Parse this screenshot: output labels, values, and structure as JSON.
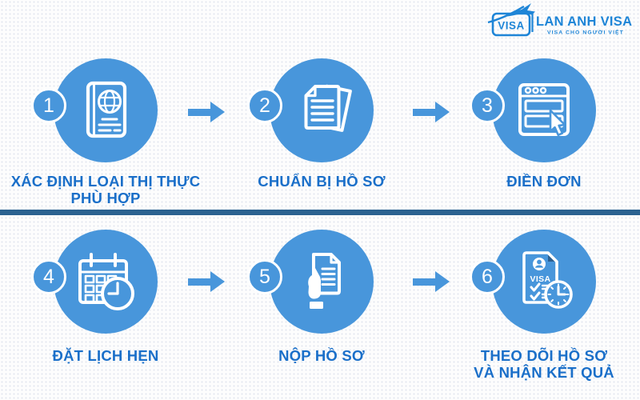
{
  "colors": {
    "c_blue": "#4896db",
    "c_label": "#1a6fc9",
    "c_divider": "#2b6290",
    "c_logo": "#1e85d7",
    "c_fold": "#2b5f91"
  },
  "logo": {
    "stamp_text": "VISA",
    "title": "LAN ANH VISA",
    "tagline": "VISA CHO NGƯỜI VIỆT"
  },
  "steps": [
    {
      "number": "1",
      "lines": [
        "XÁC ĐỊNH LOẠI THỊ THỰC",
        "PHÙ HỢP"
      ],
      "icon": "passport-globe-icon"
    },
    {
      "number": "2",
      "lines": [
        "CHUẨN BỊ HỒ SƠ"
      ],
      "icon": "documents-icon"
    },
    {
      "number": "3",
      "lines": [
        "ĐIỀN ĐƠN"
      ],
      "icon": "online-form-cursor-icon"
    },
    {
      "number": "4",
      "lines": [
        "ĐẶT LỊCH HẸN"
      ],
      "icon": "calendar-clock-icon"
    },
    {
      "number": "5",
      "lines": [
        "NỘP HỒ SƠ"
      ],
      "icon": "hand-submit-document-icon"
    },
    {
      "number": "6",
      "lines": [
        "THEO DÕI HỒ SƠ",
        "VÀ NHẬN KẾT QUẢ"
      ],
      "icon": "visa-result-clock-icon",
      "doc_text": "VISA"
    }
  ]
}
